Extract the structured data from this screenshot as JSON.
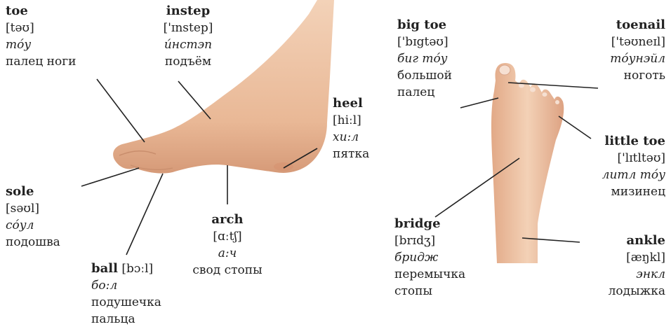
{
  "labels": {
    "toe": {
      "term": "toe",
      "ipa": "[təʊ]",
      "translit": "тóу",
      "ru": [
        "палец ноги"
      ]
    },
    "instep": {
      "term": "instep",
      "ipa": "['ɪnstep]",
      "translit": "и́нстэп",
      "ru": [
        "подъём"
      ]
    },
    "heel": {
      "term": "heel",
      "ipa": "[hiːl]",
      "translit": "хи:л",
      "ru": [
        "пятка"
      ]
    },
    "sole": {
      "term": "sole",
      "ipa": "[səʊl]",
      "translit": "сóул",
      "ru": [
        "подошва"
      ]
    },
    "ball": {
      "term": "ball",
      "ipa": "[bɔːl]",
      "translit": "бо:л",
      "ru": [
        "подушечка",
        "пальца"
      ]
    },
    "arch": {
      "term": "arch",
      "ipa": "[ɑːtʃ]",
      "translit": "а:ч",
      "ru": [
        "свод стопы"
      ]
    },
    "big_toe": {
      "term": "big toe",
      "ipa": "['bɪgtəʊ]",
      "translit": "биг тóу",
      "ru": [
        "большой",
        "палец"
      ]
    },
    "toenail": {
      "term": "toenail",
      "ipa": "['təʊneɪl]",
      "translit": "тóунэйл",
      "ru": [
        "ноготь"
      ]
    },
    "little_toe": {
      "term": "little toe",
      "ipa": "['lɪtltəʊ]",
      "translit": "литл тóу",
      "ru": [
        "мизинец"
      ]
    },
    "bridge": {
      "term": "bridge",
      "ipa": "[brɪdʒ]",
      "translit": "бридж",
      "ru": [
        "перемычка",
        "стопы"
      ]
    },
    "ankle": {
      "term": "ankle",
      "ipa": "[æŋkl]",
      "translit": "энкл",
      "ru": [
        "лодыжка"
      ]
    }
  },
  "colors": {
    "skin": "#efc7a8",
    "skin_shadow": "#d9a07f",
    "leader_line": "#222222"
  }
}
